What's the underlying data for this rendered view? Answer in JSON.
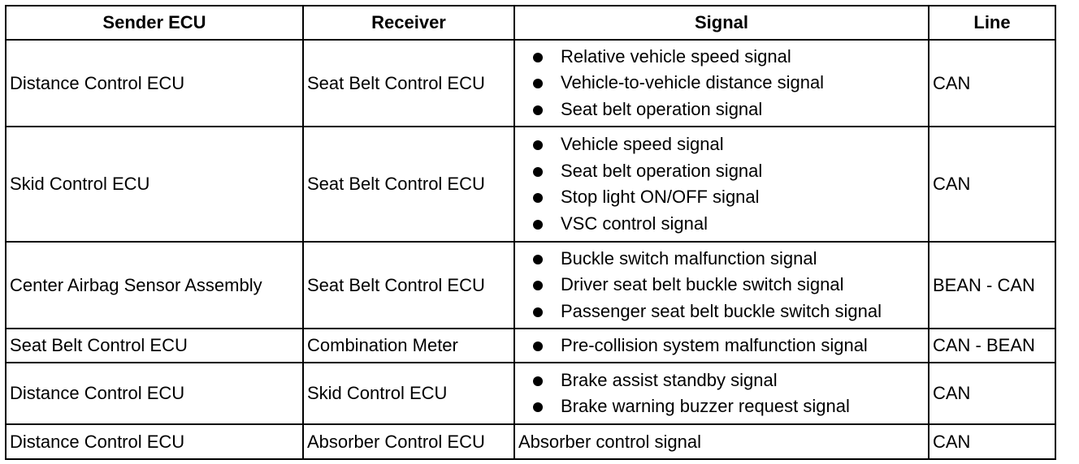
{
  "table": {
    "headers": [
      "Sender ECU",
      "Receiver",
      "Signal",
      "Line"
    ],
    "rows": [
      {
        "sender": "Distance Control ECU",
        "receiver": "Seat Belt Control ECU",
        "signals": [
          "Relative vehicle speed signal",
          "Vehicle-to-vehicle distance signal",
          "Seat belt operation signal"
        ],
        "line": "CAN"
      },
      {
        "sender": "Skid Control ECU",
        "receiver": "Seat Belt Control ECU",
        "signals": [
          "Vehicle speed signal",
          "Seat belt operation signal",
          "Stop light ON/OFF signal",
          "VSC control signal"
        ],
        "line": "CAN"
      },
      {
        "sender": "Center Airbag Sensor Assembly",
        "receiver": "Seat Belt Control ECU",
        "signals": [
          "Buckle switch malfunction signal",
          "Driver seat belt buckle switch signal",
          "Passenger seat belt buckle switch signal"
        ],
        "line": "BEAN - CAN"
      },
      {
        "sender": "Seat Belt Control ECU",
        "receiver": "Combination Meter",
        "signals": [
          "Pre-collision system malfunction signal"
        ],
        "line": "CAN - BEAN"
      },
      {
        "sender": "Distance Control ECU",
        "receiver": "Skid Control ECU",
        "signals": [
          "Brake assist standby signal",
          "Brake warning buzzer request signal"
        ],
        "line": "CAN"
      },
      {
        "sender": "Distance Control ECU",
        "receiver": "Absorber Control ECU",
        "signal_text": "Absorber control signal",
        "line": "CAN"
      }
    ]
  }
}
